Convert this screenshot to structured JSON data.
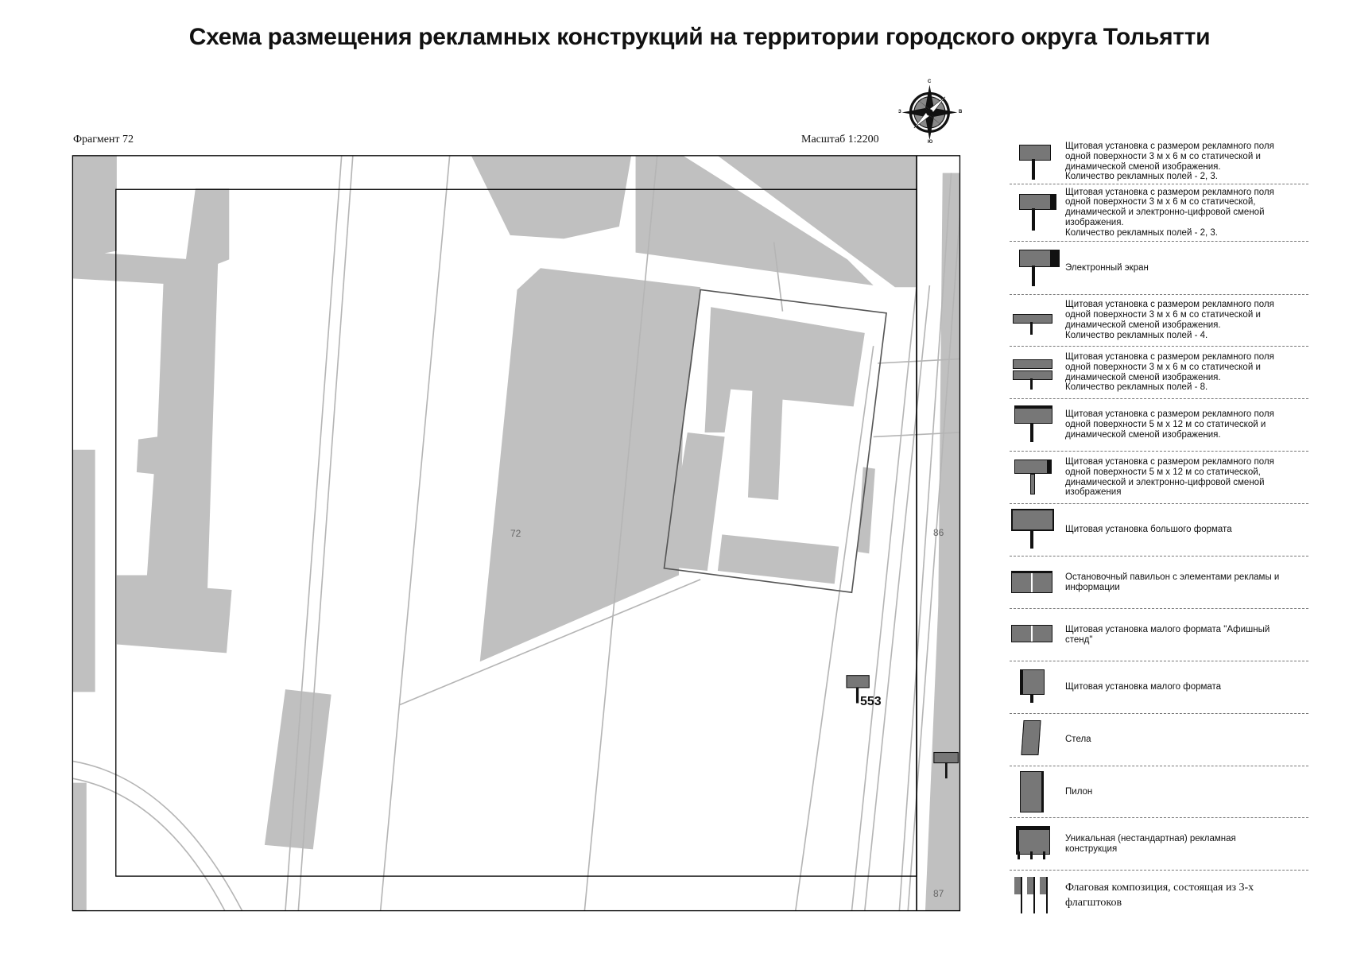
{
  "title": "Схема размещения рекламных конструкций на территории городского округа Тольятти",
  "fragment": "Фрагмент 72",
  "scale": "Масштаб 1:2200",
  "compass": {
    "n": "С",
    "s": "Ю",
    "w": "З",
    "e": "В"
  },
  "map": {
    "labels": {
      "block": "72",
      "house_86": "86",
      "house_87": "87",
      "sign_number": "553"
    },
    "colors": {
      "building": "#c0c0c0",
      "lines": "#b5b5b5",
      "frame": "#000000",
      "sign": "#777777"
    }
  },
  "legend": [
    {
      "icon": "billboard-3x6-icon",
      "text": "Щитовая установка с размером рекламного поля\nодной поверхности 3 м х 6 м со статической и\nдинамической сменой изображения.\nКоличество рекламных полей - 2, 3."
    },
    {
      "icon": "billboard-3x6-digital-icon",
      "text": "Щитовая установка с размером рекламного поля\nодной поверхности 3 м х 6 м со статической,\nдинамической и электронно-цифровой сменой\nизображения.\nКоличество рекламных полей - 2, 3."
    },
    {
      "icon": "electronic-screen-icon",
      "text": "Электронный экран"
    },
    {
      "icon": "billboard-4-fields-icon",
      "text": "Щитовая установка с размером рекламного поля\nодной поверхности 3 м х 6 м со статической и\nдинамической сменой изображения.\nКоличество рекламных полей - 4."
    },
    {
      "icon": "billboard-8-fields-icon",
      "text": "Щитовая установка с размером рекламного поля\nодной поверхности 3 м х 6 м со статической и\nдинамической сменой изображения.\nКоличество рекламных полей - 8."
    },
    {
      "icon": "billboard-5x12-icon",
      "text": "Щитовая установка с размером рекламного поля\nодной поверхности 5 м х 12 м со статической и\nдинамической сменой изображения."
    },
    {
      "icon": "billboard-5x12-digital-icon",
      "text": "Щитовая установка с размером рекламного поля\nодной поверхности 5 м х 12 м со статической,\nдинамической и электронно-цифровой сменой\nизображения"
    },
    {
      "icon": "large-format-billboard-icon",
      "text": "Щитовая установка большого формата"
    },
    {
      "icon": "bus-stop-pavilion-icon",
      "text": "Остановочный павильон с элементами рекламы и\nинформации"
    },
    {
      "icon": "poster-stand-icon",
      "text": "Щитовая установка малого формата \"Афишный\nстенд\""
    },
    {
      "icon": "small-format-billboard-icon",
      "text": "Щитовая установка малого формата"
    },
    {
      "icon": "stele-icon",
      "text": "Стела"
    },
    {
      "icon": "pylon-icon",
      "text": "Пилон"
    },
    {
      "icon": "unique-structure-icon",
      "text": "Уникальная (нестандартная) рекламная\nконструкция"
    },
    {
      "icon": "flag-composition-icon",
      "text": "Флаговая композиция, состоящая из 3-х\nфлагштоков"
    }
  ]
}
